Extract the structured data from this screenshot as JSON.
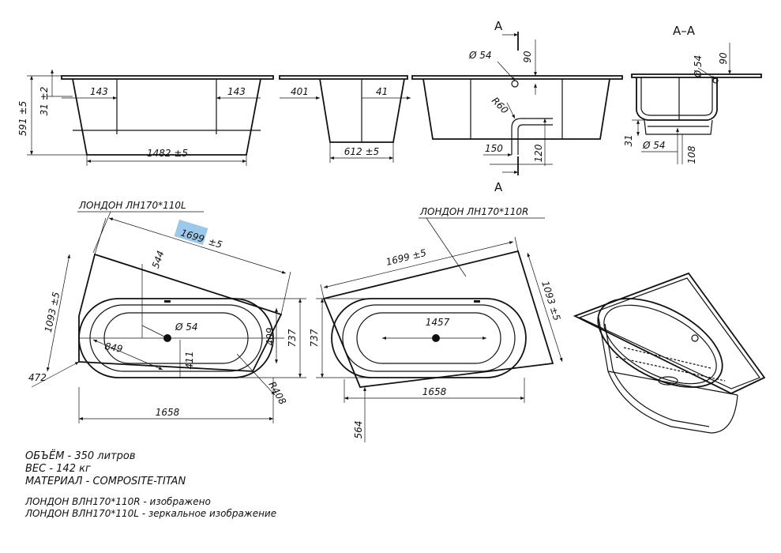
{
  "views": {
    "front": {
      "total_height": "591 ±5",
      "rim": "31 ±2",
      "left_offset": "143",
      "right_offset": "143",
      "bottom_length": "1482 ±5"
    },
    "side": {
      "left_offset": "401",
      "right_offset": "41",
      "bottom_width": "612 ±5"
    },
    "section_marker": "A",
    "back": {
      "drain_diameter": "Ø 54",
      "drain_depth": "90",
      "radius": "R60",
      "overflow_offset": "150",
      "overflow_height": "120"
    },
    "section_aa": {
      "title": "A–A",
      "top_diameter": "Ø 54",
      "top_depth": "90",
      "foot": "31",
      "bottom_diameter": "Ø 54",
      "bottom_height": "108"
    }
  },
  "plan_left": {
    "model": "ЛОНДОН ЛН170*110L",
    "diag_length": "1699",
    "diag_tol": "±5",
    "width": "1093 ±5",
    "inner_dim": "544",
    "drain": "Ø 54",
    "drain_x": "849",
    "bottom_small": "411",
    "inner_width": "409",
    "total_width": "737",
    "corner": "472",
    "radius": "R408",
    "length": "1658"
  },
  "plan_right": {
    "model": "ЛОНДОН ЛН170*110R",
    "diag_length": "1699 ±5",
    "width": "1093 ±5",
    "inner_length": "1457",
    "total_width": "737",
    "length": "1658",
    "offset": "564"
  },
  "notes": {
    "volume": "ОБЪЁМ - 350 литров",
    "weight": "ВЕС - 142 кг",
    "material": "МАТЕРИАЛ - COMPOSITE-TITAN",
    "model_r": "ЛОНДОН ВЛН170*110R - изображено",
    "model_l": "ЛОНДОН ВЛН170*110L - зеркальное изображение"
  }
}
